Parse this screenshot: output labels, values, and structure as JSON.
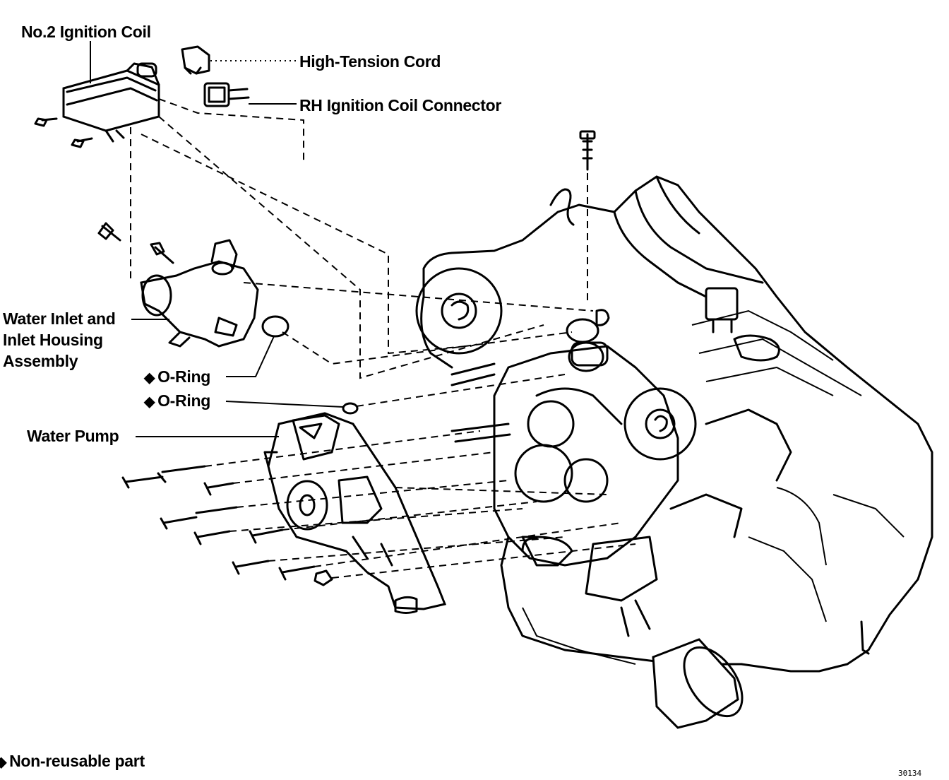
{
  "labels": {
    "ignition_coil": "No.2 Ignition Coil",
    "high_tension_cord": "High-Tension Cord",
    "rh_connector": "RH Ignition Coil Connector",
    "water_inlet_line1": "Water Inlet and",
    "water_inlet_line2": "Inlet Housing",
    "water_inlet_line3": "Assembly",
    "o_ring_1": "O-Ring",
    "o_ring_2": "O-Ring",
    "water_pump": "Water Pump"
  },
  "legend": {
    "symbol": "◆",
    "text": "Non-reusable part"
  },
  "figure_code": "30134"
}
